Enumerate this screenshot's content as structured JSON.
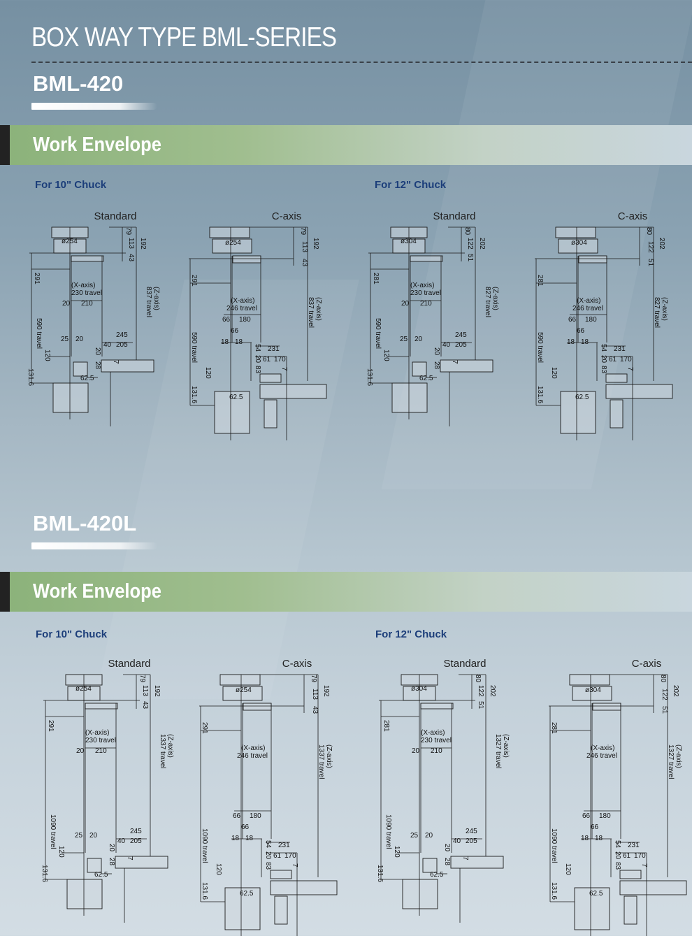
{
  "page_title": "BOX WAY TYPE BML-SERIES",
  "sections": [
    {
      "model": "BML-420",
      "bar_title": "Work Envelope",
      "chucks": [
        {
          "label": "For 10\" Chuck",
          "standard": {
            "title": "Standard",
            "labels": {
              "a79": "79",
              "a113": "113",
              "a43": "43",
              "a192": "192",
              "dia": "ø254",
              "a291": "291",
              "xaxis": "(X-axis)",
              "xtravel": "230 travel",
              "d20": "20",
              "d210": "210",
              "zaxis": "(Z-axis)",
              "ztravel": "837 travel",
              "ytravel": "590 travel",
              "d25": "25",
              "d20b": "20",
              "d20c": "20",
              "d245": "245",
              "d40": "40",
              "d205": "205",
              "d120": "120",
              "d28": "28",
              "d7": "7",
              "d131": "131.6",
              "d62": "62.5"
            }
          },
          "caxis": {
            "title": "C-axis",
            "labels": {
              "a79": "79",
              "a113": "113",
              "a43": "43",
              "a192": "192",
              "dia": "ø254",
              "a291": "291",
              "xaxis": "(X-axis)",
              "xtravel": "246 travel",
              "d66": "66",
              "d180": "180",
              "d66b": "66",
              "d18": "18",
              "d18b": "18",
              "d54": "54",
              "d20": "20",
              "d83": "83",
              "d231": "231",
              "d61": "61",
              "d170": "170",
              "d7": "7",
              "d120": "120",
              "d131": "131.6",
              "d62": "62.5",
              "zaxis": "(Z-axis)",
              "ztravel": "837 travel",
              "ytravel": "590 travel"
            }
          }
        },
        {
          "label": "For 12\" Chuck",
          "standard": {
            "title": "Standard",
            "labels": {
              "a79": "80",
              "a113": "122",
              "a43": "51",
              "a192": "202",
              "dia": "ø304",
              "a291": "281",
              "xaxis": "(X-axis)",
              "xtravel": "230 travel",
              "d20": "20",
              "d210": "210",
              "zaxis": "(Z-axis)",
              "ztravel": "827 travel",
              "ytravel": "590 travel",
              "d25": "25",
              "d20b": "20",
              "d20c": "20",
              "d245": "245",
              "d40": "40",
              "d205": "205",
              "d120": "120",
              "d28": "28",
              "d7": "7",
              "d131": "131.6",
              "d62": "62.5"
            }
          },
          "caxis": {
            "title": "C-axis",
            "labels": {
              "a79": "80",
              "a113": "122",
              "a43": "51",
              "a192": "202",
              "dia": "ø304",
              "a291": "281",
              "xaxis": "(X-axis)",
              "xtravel": "246 travel",
              "d66": "66",
              "d180": "180",
              "d66b": "66",
              "d18": "18",
              "d18b": "18",
              "d54": "54",
              "d20": "20",
              "d83": "83",
              "d231": "231",
              "d61": "61",
              "d170": "170",
              "d7": "7",
              "d120": "120",
              "d131": "131.6",
              "d62": "62.5",
              "zaxis": "(Z-axis)",
              "ztravel": "827 travel",
              "ytravel": "590 travel"
            }
          }
        }
      ]
    },
    {
      "model": "BML-420L",
      "bar_title": "Work Envelope",
      "chucks": [
        {
          "label": "For 10\" Chuck",
          "standard": {
            "title": "Standard",
            "labels": {
              "a79": "79",
              "a113": "113",
              "a43": "43",
              "a192": "192",
              "dia": "ø254",
              "a291": "291",
              "xaxis": "(X-axis)",
              "xtravel": "230 travel",
              "d20": "20",
              "d210": "210",
              "zaxis": "(Z-axis)",
              "ztravel": "1337 travel",
              "ytravel": "1090 travel",
              "d25": "25",
              "d20b": "20",
              "d20c": "20",
              "d245": "245",
              "d40": "40",
              "d205": "205",
              "d120": "120",
              "d28": "28",
              "d7": "7",
              "d131": "131.6",
              "d62": "62.5"
            }
          },
          "caxis": {
            "title": "C-axis",
            "labels": {
              "a79": "79",
              "a113": "113",
              "a43": "43",
              "a192": "192",
              "dia": "ø254",
              "a291": "291",
              "xaxis": "(X-axis)",
              "xtravel": "246 travel",
              "d66": "66",
              "d180": "180",
              "d66b": "66",
              "d18": "18",
              "d18b": "18",
              "d54": "54",
              "d20": "20",
              "d83": "83",
              "d231": "231",
              "d61": "61",
              "d170": "170",
              "d7": "7",
              "d120": "120",
              "d131": "131.6",
              "d62": "62.5",
              "zaxis": "(Z-axis)",
              "ztravel": "1337 travel",
              "ytravel": "1090 travel"
            }
          }
        },
        {
          "label": "For 12\" Chuck",
          "standard": {
            "title": "Standard",
            "labels": {
              "a79": "80",
              "a113": "122",
              "a43": "51",
              "a192": "202",
              "dia": "ø304",
              "a291": "281",
              "xaxis": "(X-axis)",
              "xtravel": "230 travel",
              "d20": "20",
              "d210": "210",
              "zaxis": "(Z-axis)",
              "ztravel": "1327 travel",
              "ytravel": "1090 travel",
              "d25": "25",
              "d20b": "20",
              "d20c": "20",
              "d245": "245",
              "d40": "40",
              "d205": "205",
              "d120": "120",
              "d28": "28",
              "d7": "7",
              "d131": "131.6",
              "d62": "62.5"
            }
          },
          "caxis": {
            "title": "C-axis",
            "labels": {
              "a79": "80",
              "a113": "122",
              "a43": "51",
              "a192": "202",
              "dia": "ø304",
              "a291": "281",
              "xaxis": "(X-axis)",
              "xtravel": "246 travel",
              "d66": "66",
              "d180": "180",
              "d66b": "66",
              "d18": "18",
              "d18b": "18",
              "d54": "54",
              "d20": "20",
              "d83": "83",
              "d231": "231",
              "d61": "61",
              "d170": "170",
              "d7": "7",
              "d120": "120",
              "d131": "131.6",
              "d62": "62.5",
              "zaxis": "(Z-axis)",
              "ztravel": "1327 travel",
              "ytravel": "1090 travel"
            }
          }
        }
      ]
    }
  ]
}
